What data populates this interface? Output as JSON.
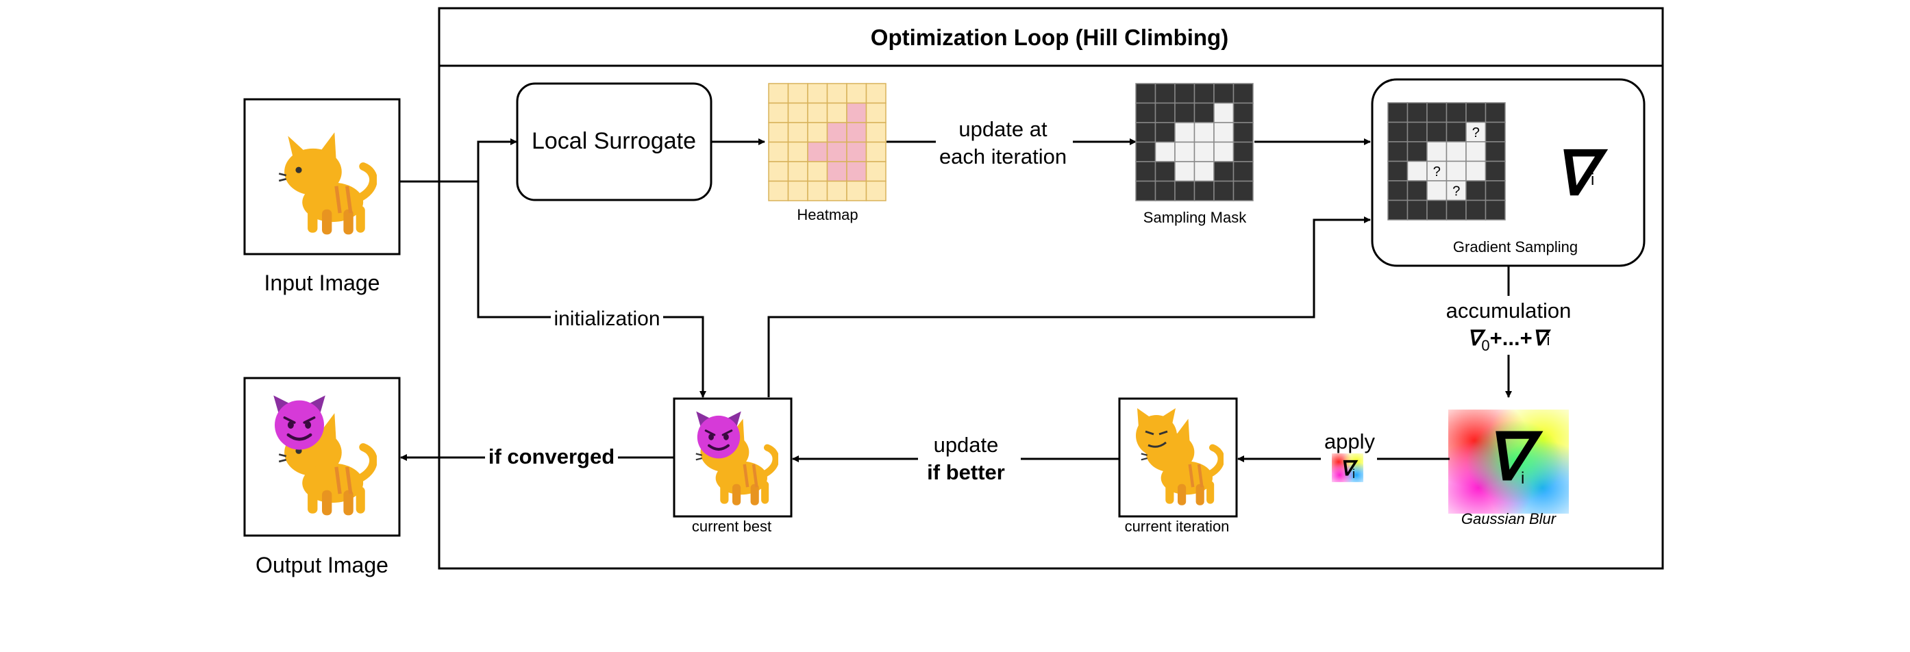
{
  "loop": {
    "title": "Optimization Loop (Hill Climbing)"
  },
  "input": {
    "label": "Input Image",
    "emoji": "🐈"
  },
  "output": {
    "label": "Output Image",
    "emoji": "🐈",
    "overlay": "😈"
  },
  "surrogate": {
    "label": "Local Surrogate"
  },
  "heatmap": {
    "label": "Heatmap"
  },
  "update_edge": {
    "line1": "update at",
    "line2": "each iteration"
  },
  "mask": {
    "label": "Sampling Mask"
  },
  "gradient": {
    "label": "Gradient Sampling",
    "symbol": "∇",
    "sub": "i",
    "unknown": "?"
  },
  "accumulation": {
    "line1": "accumulation",
    "nabla": "∇",
    "sub0": "0",
    "middle": "+...+",
    "subi": "i"
  },
  "blur": {
    "label": "Gaussian Blur",
    "symbol": "∇",
    "sub": "i"
  },
  "apply": {
    "label": "apply",
    "symbol": "∇",
    "sub": "i"
  },
  "current_iteration": {
    "label": "current iteration",
    "emoji": "🐈",
    "overlay": "😼"
  },
  "update_better": {
    "line1": "update",
    "line2": "if better"
  },
  "current_best": {
    "label": "current best",
    "emoji": "🐈",
    "overlay": "😈"
  },
  "initialization": {
    "label": "initialization"
  },
  "converged": {
    "label": "if converged"
  },
  "colors": {
    "heat_cell": "#fde9b5",
    "heat_grid": "#d8b25a",
    "heat_hot": "#f3b9c6",
    "mask_dark": "#333333",
    "mask_light": "#f2f2f2",
    "mask_grid": "#888888",
    "cat_body": "#f7b21c",
    "cat_stripe": "#e58a2c",
    "devil": "#d63ad8"
  }
}
